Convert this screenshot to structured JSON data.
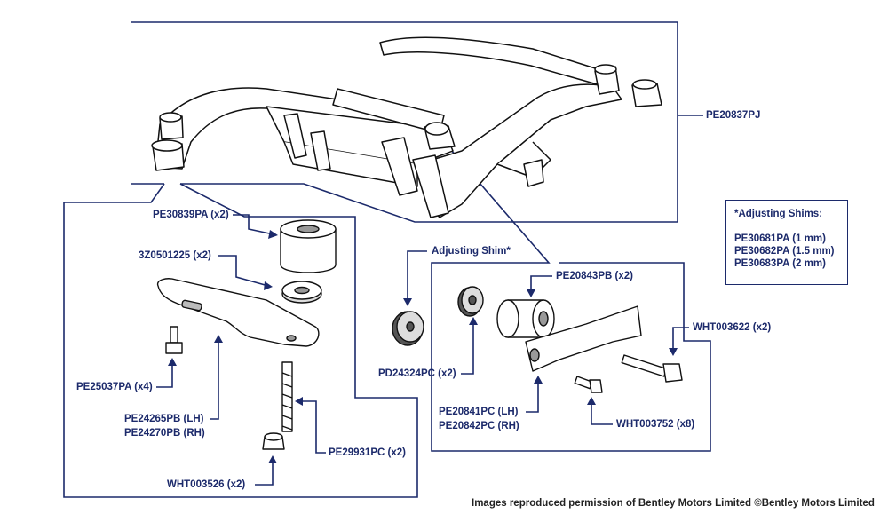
{
  "frame_main": {
    "part": "PE20837PJ"
  },
  "left_group": {
    "mount_bush": "PE30839PA (x2)",
    "washer": "3Z0501225 (x2)",
    "bracket_bolt": "PE25037PA (x4)",
    "bracket_lh": "PE24265PB (LH)",
    "bracket_rh": "PE24270PB (RH)",
    "stud": "PE29931PC (x2)",
    "nut": "WHT003526 (x2)"
  },
  "right_group": {
    "adjusting_shim": "Adjusting Shim*",
    "pivot_bush": "PE20843PB (x2)",
    "spacer": "PD24324PC (x2)",
    "link_lh": "PE20841PC (LH)",
    "link_rh": "PE20842PC (RH)",
    "long_bolt": "WHT003622 (x2)",
    "short_bolt": "WHT003752 (x8)"
  },
  "shims": {
    "title": "*Adjusting Shims:",
    "items": [
      "PE30681PA (1 mm)",
      "PE30682PA (1.5 mm)",
      "PE30683PA (2 mm)"
    ]
  },
  "credit": "Images reproduced permission of Bentley Motors Limited ©Bentley Motors Limited"
}
